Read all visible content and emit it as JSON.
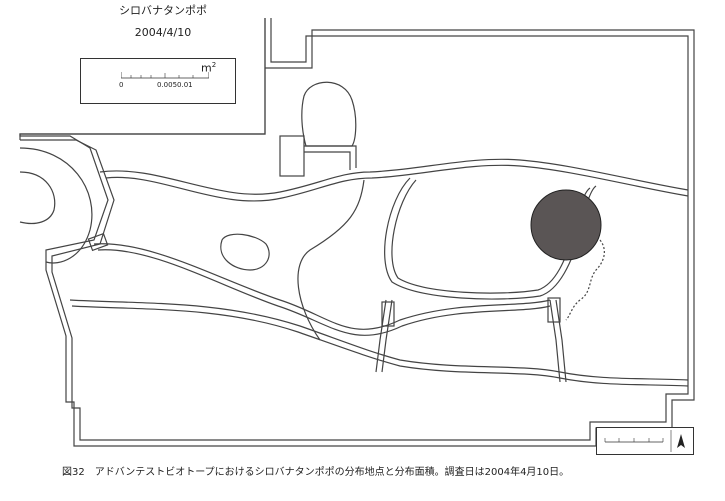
{
  "header": {
    "title": "シロバナタンポポ",
    "date": "2004/4/10"
  },
  "legend": {
    "unit_base": "m",
    "unit_exp": "2",
    "tick_zero": "0",
    "tick_labels": "0.0050.01"
  },
  "scalebar": {
    "north_icon": "north-arrow-icon"
  },
  "caption": "図32　アドバンテストビオトープにおけるシロバナタンポポの分布地点と分布面積。調査日は2004年4月10日。",
  "colors": {
    "line": "#444444",
    "marker": "#5a5555",
    "background": "#ffffff"
  }
}
